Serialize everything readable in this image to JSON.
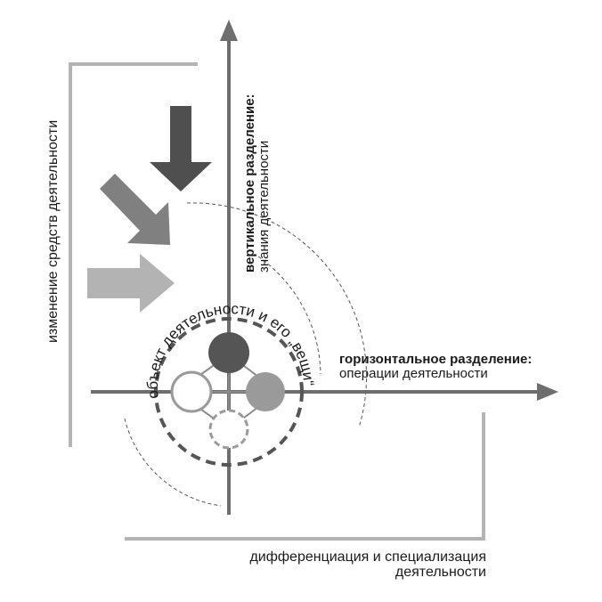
{
  "labels": {
    "left_vertical": "изменение средств деятельности",
    "vertical_axis_title": "вертикальное разделение:",
    "vertical_axis_subtitle": "знания деятельности",
    "horizontal_axis_title": "горизонтальное разделение:",
    "horizontal_axis_subtitle": "операции деятельности",
    "bottom_line1": "дифференциация и специализация",
    "bottom_line2": "деятельности",
    "circle_arc_text": "объект деятельности и его „вещи“"
  },
  "colors": {
    "axis": "#6e6e6e",
    "bracket": "#b4b4b4",
    "arrow_dark": "#4f4f4f",
    "arrow_mid": "#808080",
    "arrow_light": "#b3b3b3",
    "node_dark": "#555555",
    "node_mid": "#9a9a9a",
    "node_outline": "#9a9a9a",
    "text": "#1a1a1a"
  },
  "icons": {
    "top_arrow": "arrow-down-icon",
    "middle_arrow": "arrow-diagonal-icon",
    "bottom_arrow": "arrow-right-icon"
  }
}
